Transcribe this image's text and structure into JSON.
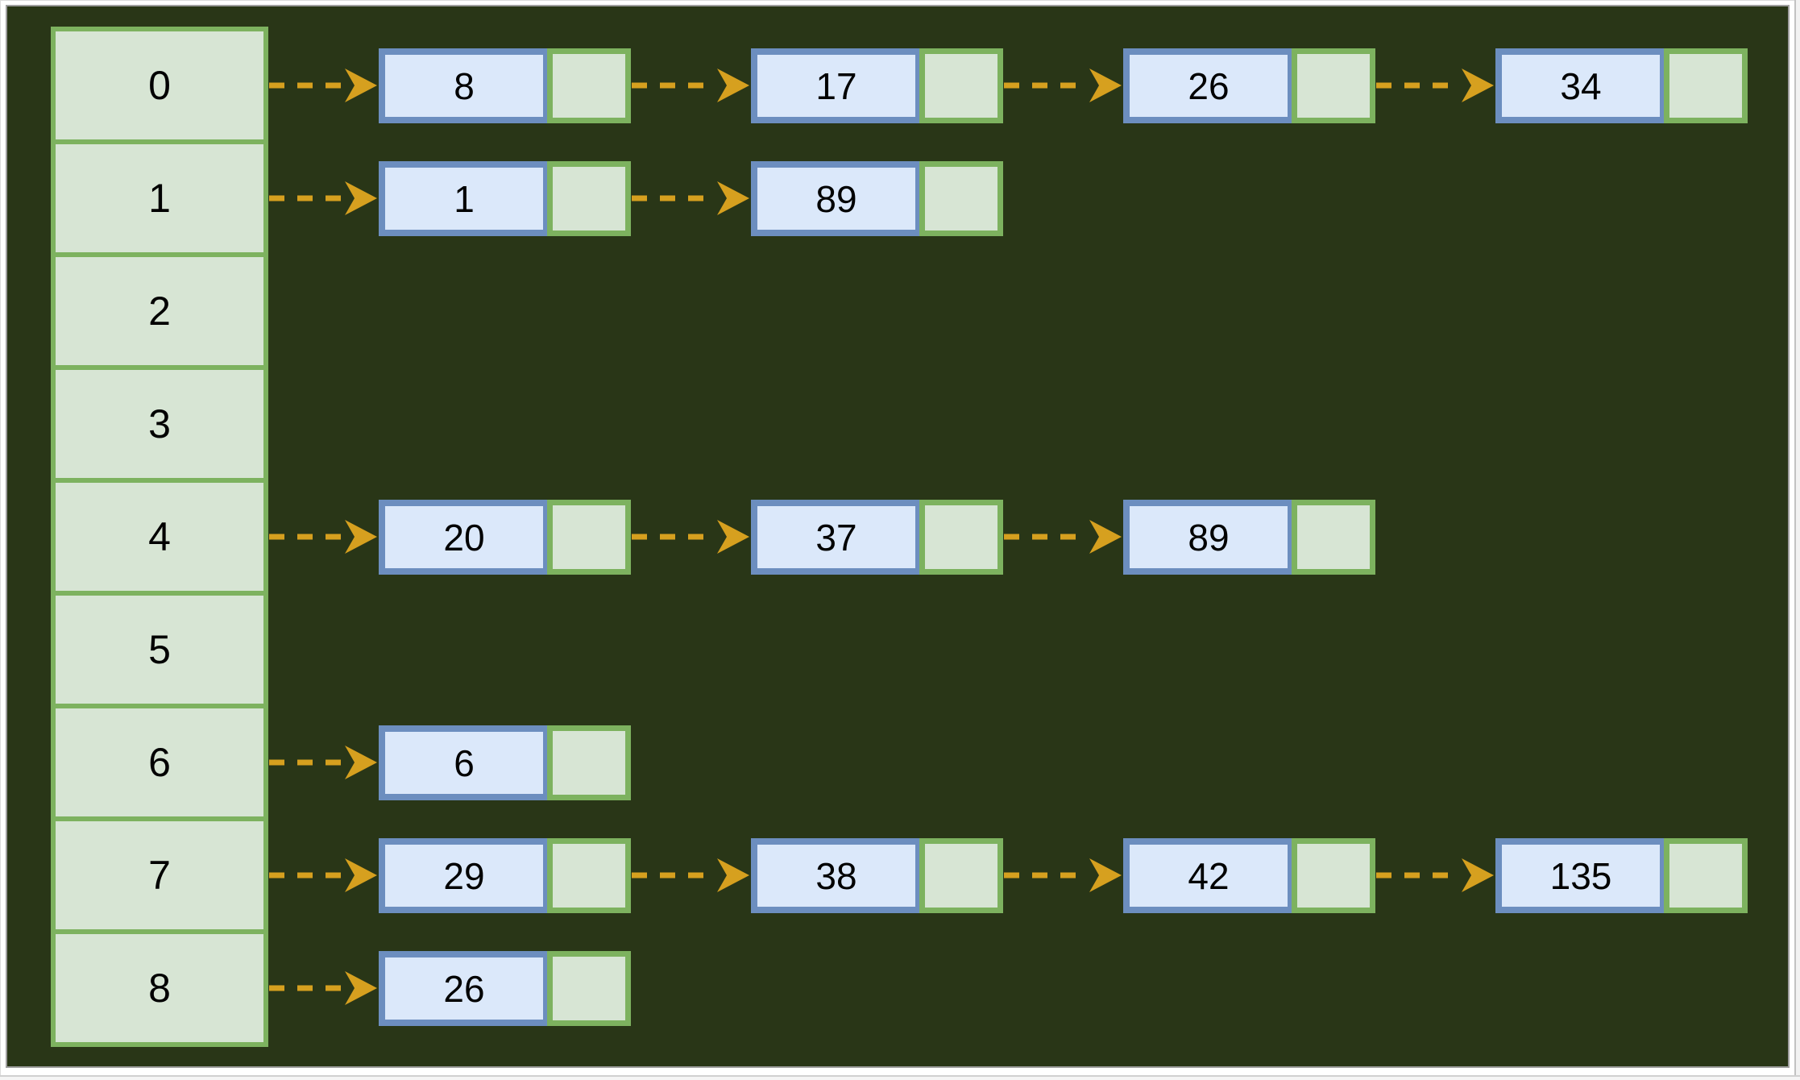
{
  "diagram": {
    "buckets": [
      {
        "index": "0",
        "chain": [
          "8",
          "17",
          "26",
          "34"
        ]
      },
      {
        "index": "1",
        "chain": [
          "1",
          "89"
        ]
      },
      {
        "index": "2",
        "chain": []
      },
      {
        "index": "3",
        "chain": []
      },
      {
        "index": "4",
        "chain": [
          "20",
          "37",
          "89"
        ]
      },
      {
        "index": "5",
        "chain": []
      },
      {
        "index": "6",
        "chain": [
          "6"
        ]
      },
      {
        "index": "7",
        "chain": [
          "29",
          "38",
          "42",
          "135"
        ]
      },
      {
        "index": "8",
        "chain": [
          "26"
        ]
      }
    ]
  },
  "colors": {
    "canvas_background": "#293617",
    "frame_background": "#ffffff",
    "frame_border": "#9e9e9e",
    "bucket_fill": "#d7e5d4",
    "bucket_border": "#7db25f",
    "value_fill": "#dbe8fa",
    "value_border": "#6c8ebf",
    "next_fill": "#d7e5d4",
    "next_border": "#7db25f",
    "arrow": "#d6a01f",
    "text": "#000000"
  }
}
